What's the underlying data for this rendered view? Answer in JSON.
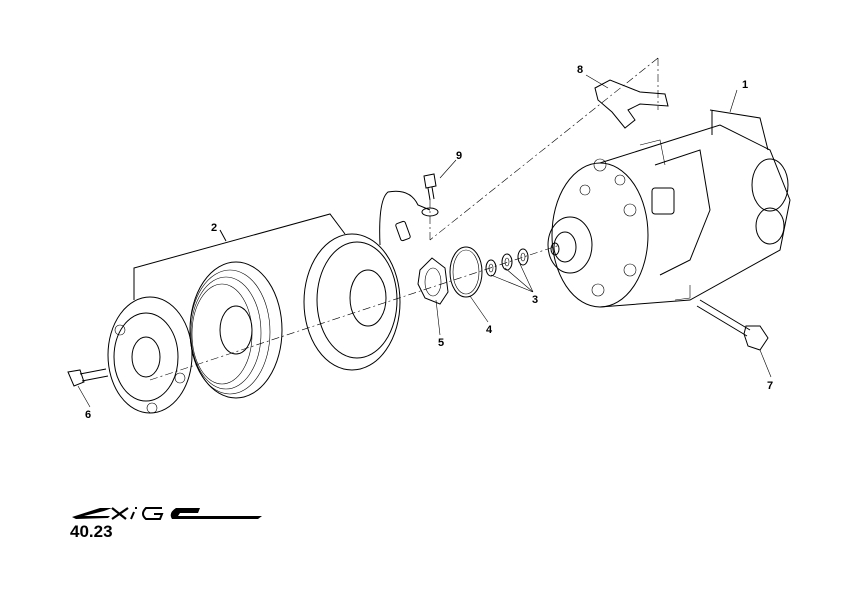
{
  "diagram": {
    "callouts": {
      "c1": "1",
      "c2": "2",
      "c3": "3",
      "c4": "4",
      "c5": "5",
      "c6": "6",
      "c7": "7",
      "c8": "8",
      "c9": "9"
    }
  },
  "footer": {
    "logo_text": "EXIGE",
    "page_number": "40.23"
  }
}
